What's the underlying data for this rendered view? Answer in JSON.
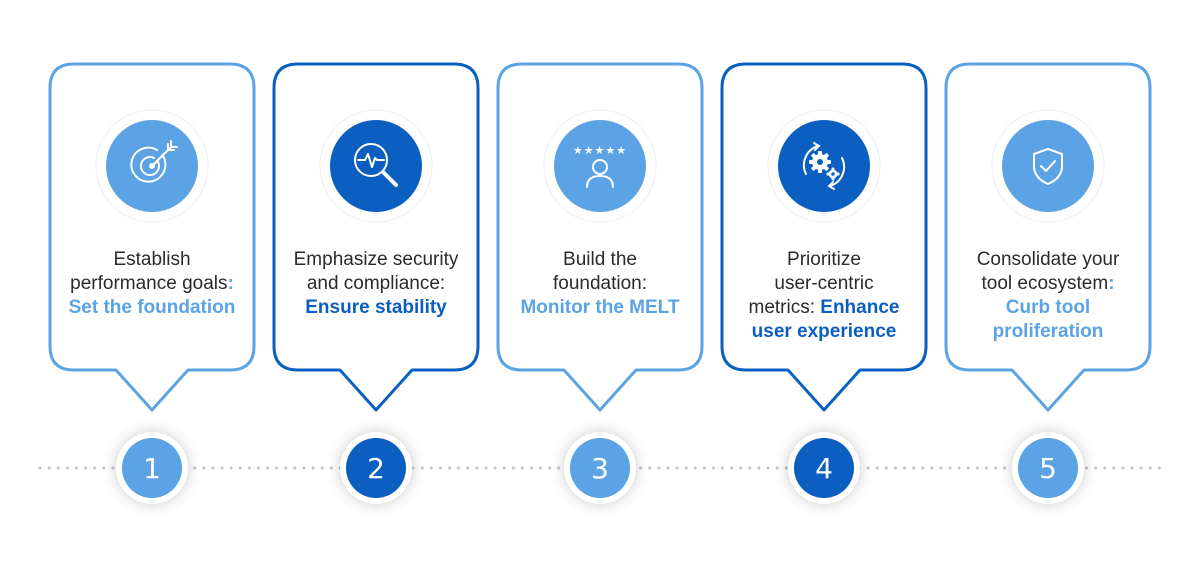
{
  "colors": {
    "light_blue": "#5ba3e4",
    "dark_blue": "#0a5fc0",
    "dots": "#c4c4c4",
    "text": "#2b2b2b"
  },
  "steps": [
    {
      "number": "1",
      "icon": "target-icon",
      "theme": "light",
      "lines": [
        {
          "parts": [
            {
              "t": "Establish"
            }
          ]
        },
        {
          "parts": [
            {
              "t": "performance goals"
            },
            {
              "t": ":",
              "hl": true
            }
          ]
        },
        {
          "parts": [
            {
              "t": "Set the foundation",
              "hl": true
            }
          ]
        }
      ]
    },
    {
      "number": "2",
      "icon": "magnifier-pulse-icon",
      "theme": "dark",
      "lines": [
        {
          "parts": [
            {
              "t": "Emphasize security"
            }
          ]
        },
        {
          "parts": [
            {
              "t": "and compliance:"
            }
          ]
        },
        {
          "parts": [
            {
              "t": "Ensure stability",
              "hl": true
            }
          ]
        }
      ]
    },
    {
      "number": "3",
      "icon": "user-rating-icon",
      "theme": "light",
      "lines": [
        {
          "parts": [
            {
              "t": "Build the"
            }
          ]
        },
        {
          "parts": [
            {
              "t": "foundation:"
            }
          ]
        },
        {
          "parts": [
            {
              "t": "Monitor the MELT",
              "hl": true
            }
          ]
        }
      ]
    },
    {
      "number": "4",
      "icon": "gears-cycle-icon",
      "theme": "dark",
      "lines": [
        {
          "parts": [
            {
              "t": "Prioritize"
            }
          ]
        },
        {
          "parts": [
            {
              "t": "user-centric"
            }
          ]
        },
        {
          "parts": [
            {
              "t": "metrics: "
            },
            {
              "t": "Enhance",
              "hl": true
            }
          ]
        },
        {
          "parts": [
            {
              "t": "user experience",
              "hl": true
            }
          ]
        }
      ]
    },
    {
      "number": "5",
      "icon": "shield-check-icon",
      "theme": "light",
      "lines": [
        {
          "parts": [
            {
              "t": "Consolidate your"
            }
          ]
        },
        {
          "parts": [
            {
              "t": "tool ecosystem"
            },
            {
              "t": ":",
              "hl": true
            }
          ]
        },
        {
          "parts": [
            {
              "t": "Curb tool",
              "hl": true
            }
          ]
        },
        {
          "parts": [
            {
              "t": "proliferation",
              "hl": true
            }
          ]
        }
      ]
    }
  ]
}
